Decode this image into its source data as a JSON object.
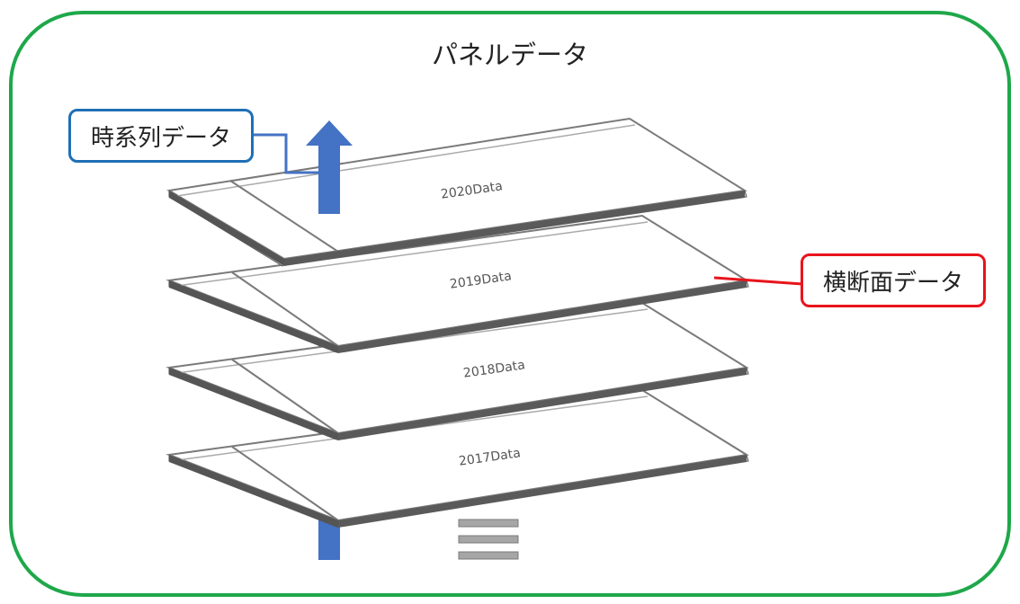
{
  "title": "パネルデータ",
  "callouts": {
    "time_series": "時系列データ",
    "cross_section": "横断面データ"
  },
  "layers": [
    {
      "label": "2020Data"
    },
    {
      "label": "2019Data"
    },
    {
      "label": "2018Data"
    },
    {
      "label": "2017Data"
    }
  ],
  "colors": {
    "frame_border": "#1ea84a",
    "time_series_border": "#1f6fb5",
    "time_series_connector": "#4472c4",
    "cross_section_border": "#e8141c",
    "arrow_fill": "#4472c4",
    "slab_edge": "#5a5a5a",
    "ellipsis_bars": "#a6a6a6"
  },
  "icons": {
    "arrow": "up-arrow-icon",
    "continuation": "equals-ellipsis-icon"
  }
}
